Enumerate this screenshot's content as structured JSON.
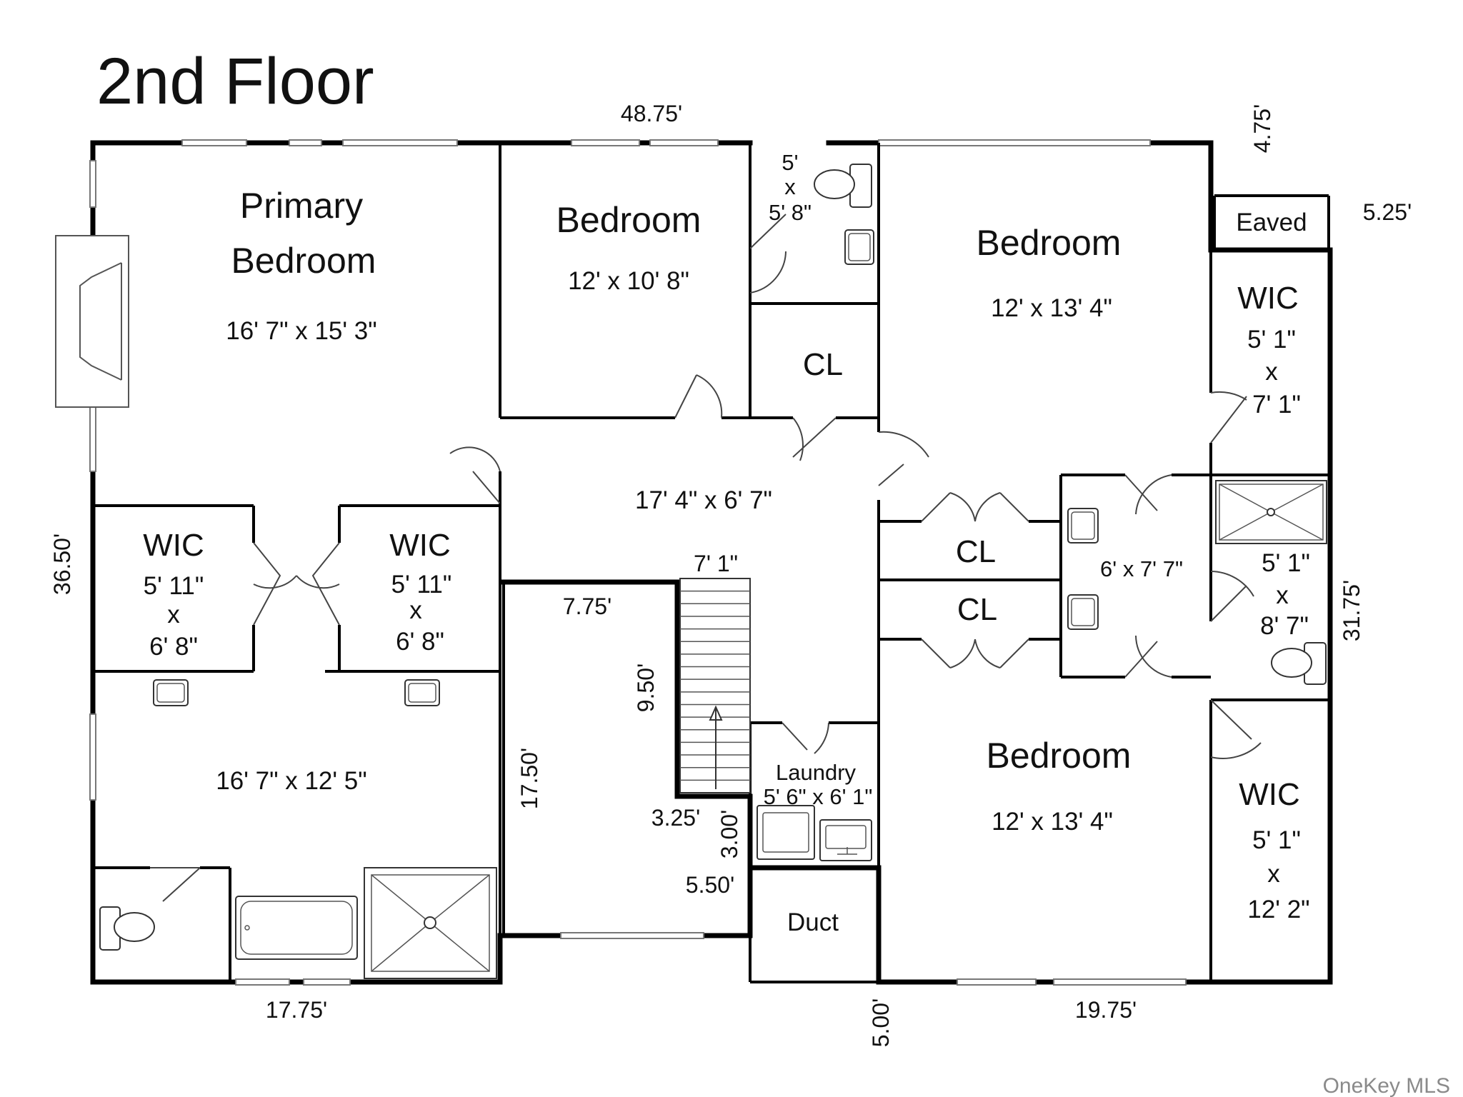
{
  "title": "2nd Floor",
  "watermark": "OneKey MLS",
  "rooms": {
    "primary_bedroom": {
      "name_line1": "Primary",
      "name_line2": "Bedroom",
      "dims": "16' 7\" x 15' 3\""
    },
    "bedroom_top_middle": {
      "name": "Bedroom",
      "dims": "12' x 10' 8\""
    },
    "small_bath": {
      "line1": "5'",
      "line2": "x",
      "line3": "5' 8\""
    },
    "closet_top": {
      "name": "CL"
    },
    "bedroom_top_right": {
      "name": "Bedroom",
      "dims": "12' x 13' 4\""
    },
    "eaved": {
      "name": "Eaved"
    },
    "wic_top_right": {
      "name": "WIC",
      "line1": "5' 1\"",
      "line2": "x",
      "line3": "7' 1\""
    },
    "hall": {
      "dims": "17' 4\" x 6' 7\""
    },
    "wic_left_1": {
      "name": "WIC",
      "line1": "5' 11\"",
      "line2": "x",
      "line3": "6' 8\""
    },
    "wic_left_2": {
      "name": "WIC",
      "line1": "5' 11\"",
      "line2": "x",
      "line3": "6' 8\""
    },
    "closet_mid_1": {
      "name": "CL"
    },
    "closet_mid_2": {
      "name": "CL"
    },
    "jack_jill_bath": {
      "dims": "6' x 7' 7\""
    },
    "shower_room": {
      "line1": "5' 1\"",
      "line2": "x",
      "line3": "8' 7\""
    },
    "primary_bath": {
      "dims": "16' 7\" x 12' 5\""
    },
    "laundry": {
      "name": "Laundry",
      "dims": "5' 6\" x 6' 1\""
    },
    "duct": {
      "name": "Duct"
    },
    "bedroom_bottom_right": {
      "name": "Bedroom",
      "dims": "12' x 13' 4\""
    },
    "wic_bottom_right": {
      "name": "WIC",
      "line1": "5' 1\"",
      "line2": "x",
      "line3": "12' 2\""
    }
  },
  "dimensions": {
    "top_width": "48.75'",
    "top_right_offset": "4.75'",
    "right_step": "5.25'",
    "left_height": "36.50'",
    "right_height": "31.75'",
    "bottom_left_width": "17.75'",
    "bottom_right_width": "19.75'",
    "bottom_notch": "5.00'",
    "stair_width": "7' 1\"",
    "open_area_width": "7.75'",
    "stair_run": "9.50'",
    "open_area_depth": "17.50'",
    "notch_width": "3.25'",
    "notch_depth": "3.00'",
    "notch_bottom": "5.50'"
  }
}
